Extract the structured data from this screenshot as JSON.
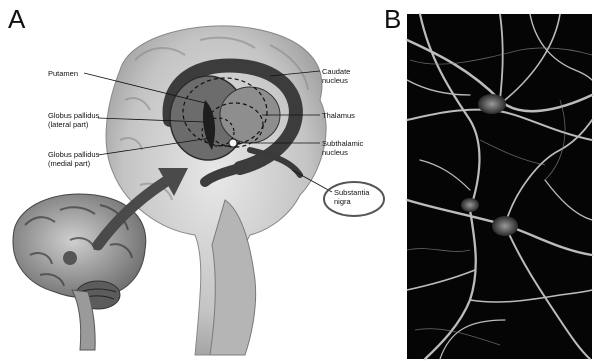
{
  "panels": {
    "a_letter": "A",
    "b_letter": "B"
  },
  "labels": {
    "putamen": "Putamen",
    "globus_pallidus_lateral": "Globus pallidus\n(lateral part)",
    "globus_pallidus_medial": "Globus pallidus\n(medial part)",
    "caudate": "Caudate\nnucleus",
    "thalamus": "Thalamus",
    "subthalamic": "Subthalamic\nnucleus",
    "substantia_nigra": "Substantia\nnigra"
  },
  "colors": {
    "micrograph_bg": "#050505",
    "neuron": "#d8d8d8",
    "brain_gray": "#9a9a9a",
    "arrow": "#4a4a4a"
  }
}
